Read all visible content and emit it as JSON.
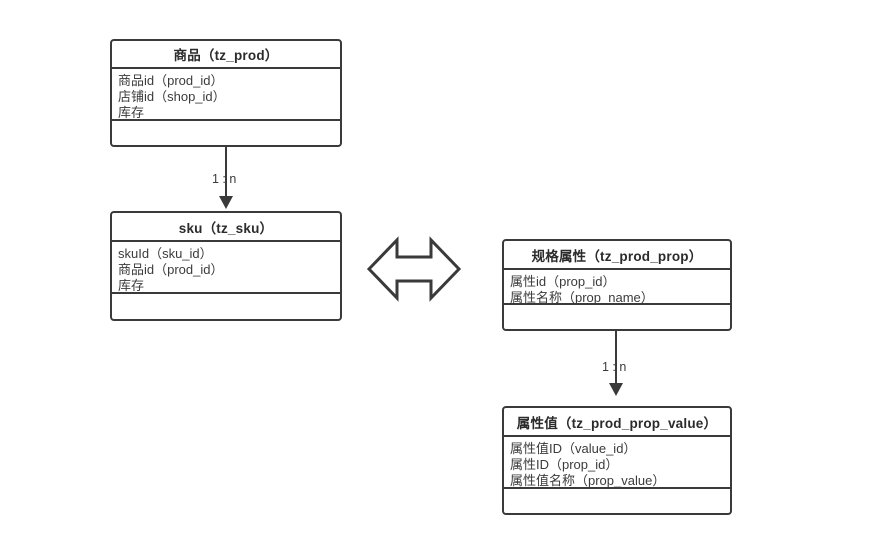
{
  "diagram": {
    "title_text": "",
    "background": "#ffffff",
    "line_color": "#3a3a3a",
    "text_color": "#3b3b3b",
    "entities": [
      {
        "id": "tz_prod",
        "title": "商品（tz_prod）",
        "attributes": [
          "商品id（prod_id）",
          "店铺id（shop_id）",
          "库存"
        ],
        "footer": ""
      },
      {
        "id": "tz_sku",
        "title": "sku（tz_sku）",
        "attributes": [
          "skuId（sku_id）",
          "商品id（prod_id）",
          "库存"
        ],
        "footer": ""
      },
      {
        "id": "tz_prod_prop",
        "title": "规格属性（tz_prod_prop）",
        "attributes": [
          "属性id（prop_id）",
          "属性名称（prop_name）"
        ],
        "footer": ""
      },
      {
        "id": "tz_prod_prop_value",
        "title": "属性值（tz_prod_prop_value）",
        "attributes": [
          "属性值ID（value_id）",
          "属性ID（prop_id）",
          "属性值名称（prop_value）"
        ],
        "footer": ""
      }
    ],
    "relations": [
      {
        "id": "prod-to-sku",
        "label": "1 : n"
      },
      {
        "id": "prop-to-prop-value",
        "label": "1 : n"
      }
    ],
    "link_arrow": {
      "name": "double-headed-arrow",
      "label": ""
    }
  }
}
